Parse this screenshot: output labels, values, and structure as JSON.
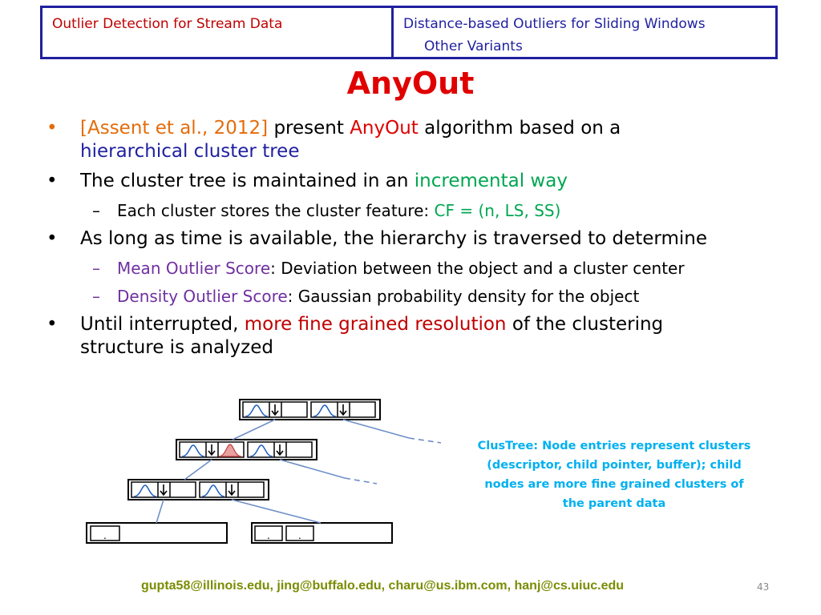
{
  "header": {
    "left": "Outlier Detection for Stream Data",
    "right_top": "Distance-based Outliers for Sliding Windows",
    "right_sub": "Other Variants"
  },
  "title": "AnyOut",
  "bullets": {
    "b1": {
      "cite": "[Assent et al., 2012]",
      "t1": " present ",
      "algo": "AnyOut",
      "t2": " algorithm based on a",
      "tree": "hierarchical cluster tree"
    },
    "b2": {
      "t1": "The cluster tree is maintained in an ",
      "inc": "incremental way"
    },
    "b2s": {
      "t1": "Each cluster stores the cluster feature: ",
      "cf": "CF = (n, LS, SS)"
    },
    "b3": {
      "t1": "As long as time is available, the hierarchy is traversed to determine"
    },
    "b3s1": {
      "name": "Mean Outlier Score",
      "desc": ": Deviation between the object and a cluster center"
    },
    "b3s2": {
      "name": "Density Outlier Score",
      "desc": ": Gaussian probability density for the object"
    },
    "b4": {
      "t1": "Until interrupted, ",
      "fine": "more fine grained resolution",
      "t2": " of the clustering",
      "t3": "structure is analyzed"
    }
  },
  "glyphs": {
    "bullet": "•",
    "dash": "–",
    "dot": "."
  },
  "caption": {
    "l1": "ClusTree: Node entries represent clusters",
    "l2": "(descriptor, child pointer, buffer); child",
    "l3": "nodes are more fine grained clusters of",
    "l4": "the parent data"
  },
  "footer": "gupta58@illinois.edu, jing@buffalo.edu, charu@us.ibm.com, hanj@cs.uiuc.edu",
  "page_number": "43",
  "colors": {
    "header_border": "#1f1fa0",
    "title": "#e00000",
    "caption": "#00b0f0",
    "footer": "#7a8c00",
    "highlight_gaussian": "#e8a0a0"
  }
}
